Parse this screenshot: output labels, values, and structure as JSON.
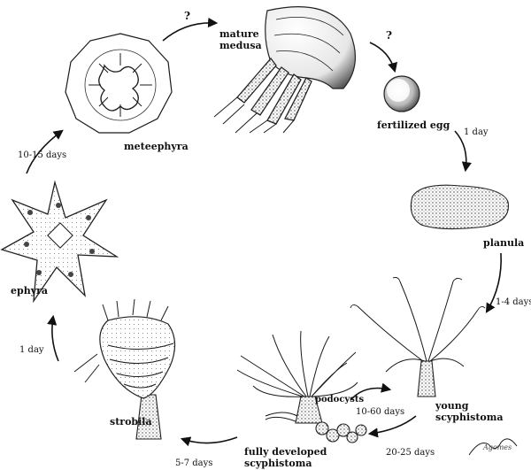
{
  "stages": {
    "mature_medusa": [
      "mature",
      "medusa"
    ],
    "fertilized_egg": "fertilized egg",
    "planula": "planula",
    "young_scyphistoma": [
      "young",
      "scyphistoma"
    ],
    "fully_developed_scyphistoma": [
      "fully developed",
      "scyphistoma"
    ],
    "podocysts": "podocysts",
    "strobila": "strobila",
    "ephyra": "ephyra",
    "meteephyra": "meteephyra"
  },
  "durations": {
    "meteephyra_to_medusa": "?",
    "medusa_to_egg": "?",
    "egg_to_planula": "1 day",
    "planula_to_young": "1-4 days",
    "podocysts_to_young": "10-60 days",
    "young_to_fully": "20-25 days",
    "fully_to_strobila": "5-7 days",
    "strobila_to_ephyra": "1 day",
    "ephyra_to_meteephyra": "10-15 days"
  },
  "signature": "Agomes"
}
